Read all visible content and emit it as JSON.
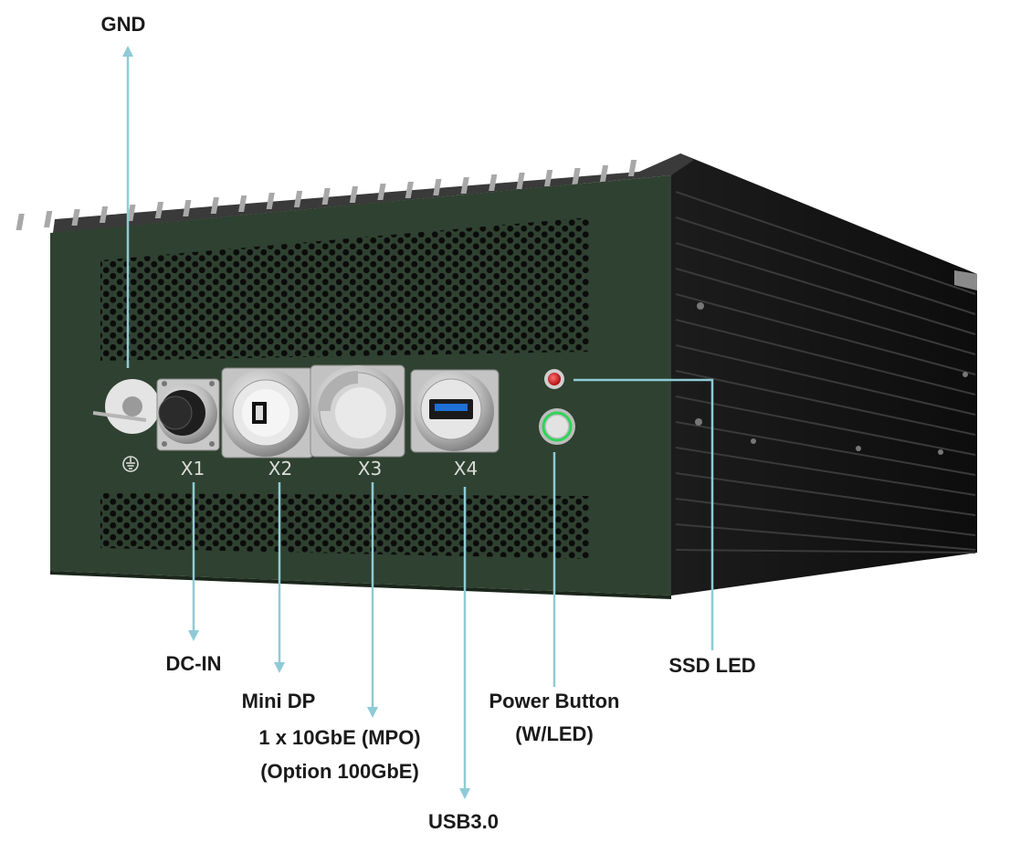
{
  "colors": {
    "panel": "#2f4130",
    "heatsink": "#141414",
    "leader": "#8ecbd6",
    "led_red": "#d32020",
    "led_green": "#31d35a"
  },
  "port_labels": [
    "X1",
    "X2",
    "X3",
    "X4"
  ],
  "callouts": {
    "gnd": "GND",
    "dc_in": "DC-IN",
    "mini_dp": "Mini DP",
    "network_line1": "1 x 10GbE (MPO)",
    "network_line2": "(Option 100GbE)",
    "usb": "USB3.0",
    "power_line1": "Power Button",
    "power_line2": "(W/LED)",
    "ssd_led": "SSD LED"
  },
  "icons": {
    "ground": "ground-icon",
    "usb_port": "usb-a-port-icon",
    "mini_dp_port": "mini-displayport-icon",
    "fiber_port": "mpo-fiber-port-icon",
    "dc_port": "dc-circular-connector-icon"
  }
}
